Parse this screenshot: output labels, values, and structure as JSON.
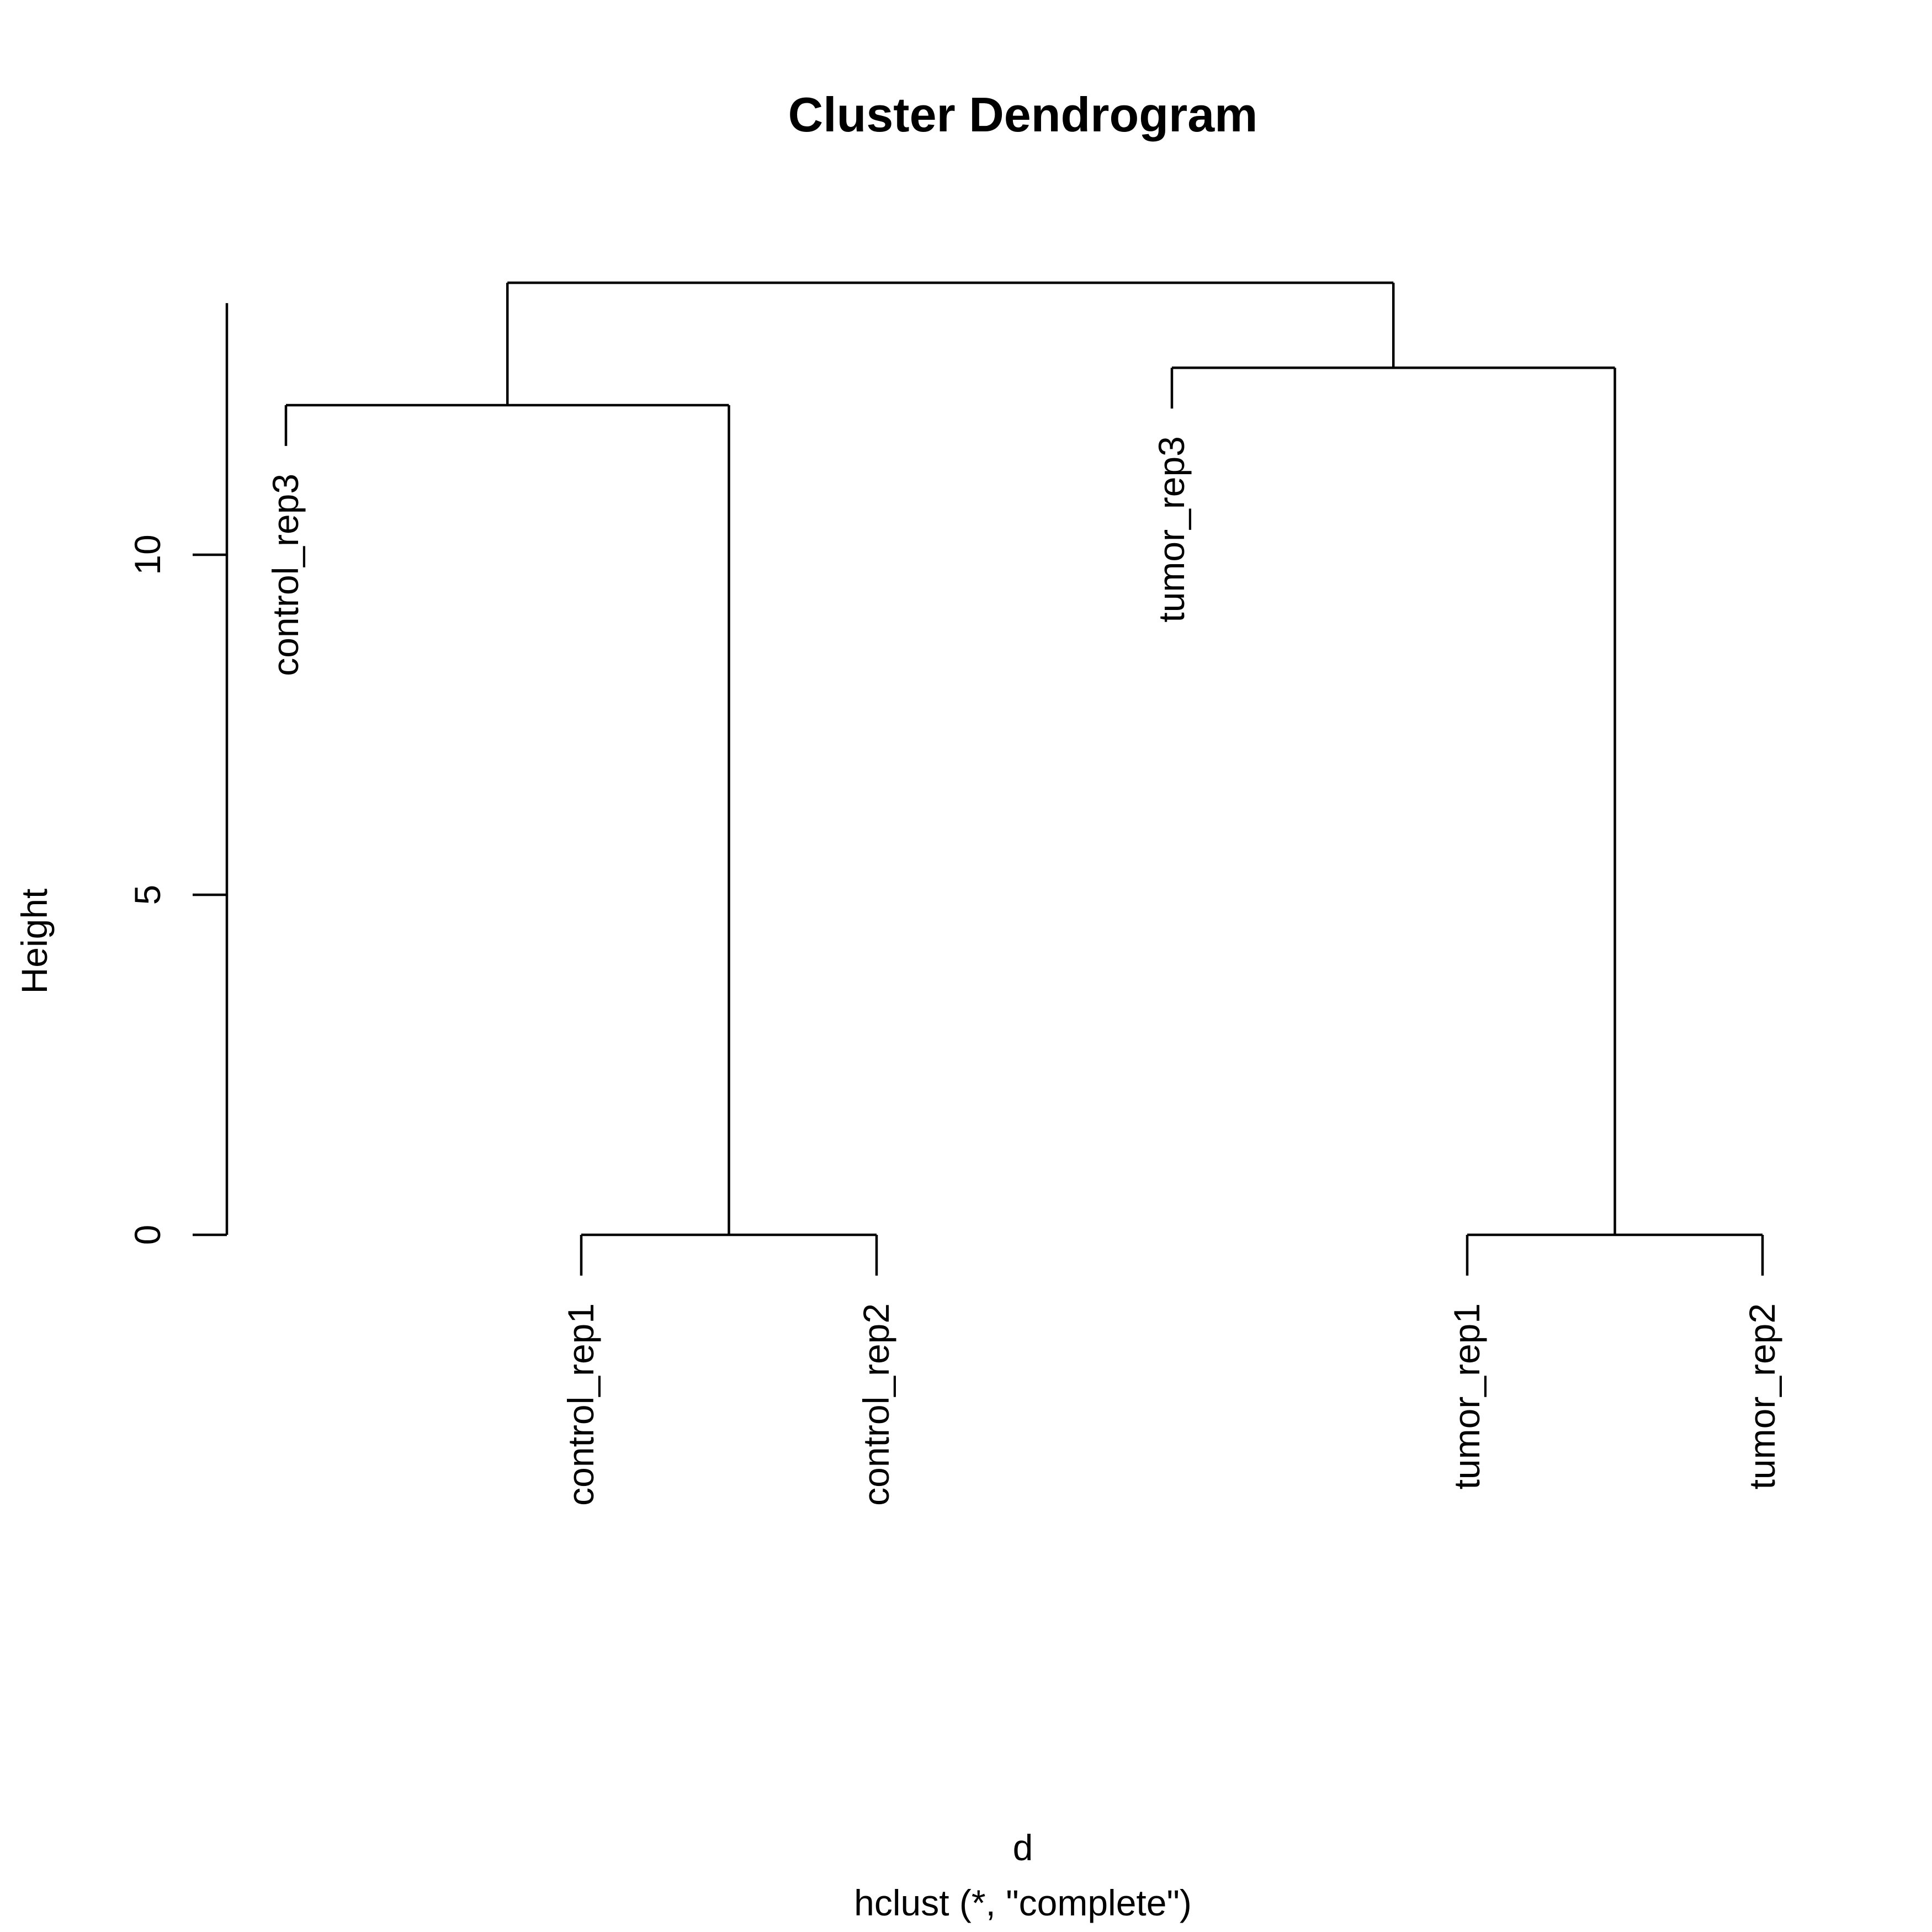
{
  "chart_data": {
    "type": "dendrogram",
    "title": "Cluster Dendrogram",
    "xlabel": "d",
    "sublabel": "hclust (*, \"complete\")",
    "ylabel": "Height",
    "ylim": [
      0,
      13.7
    ],
    "yticks": [
      0,
      5,
      10
    ],
    "grid": false,
    "leaves": [
      {
        "label": "control_rep3",
        "x": 1
      },
      {
        "label": "control_rep1",
        "x": 2
      },
      {
        "label": "control_rep2",
        "x": 3
      },
      {
        "label": "tumor_rep3",
        "x": 4
      },
      {
        "label": "tumor_rep1",
        "x": 5
      },
      {
        "label": "tumor_rep2",
        "x": 6
      }
    ],
    "merges": [
      {
        "left": "leaf:control_rep1",
        "right": "leaf:control_rep2",
        "height": 0.0
      },
      {
        "left": "leaf:tumor_rep1",
        "right": "leaf:tumor_rep2",
        "height": 0.0
      },
      {
        "left": "leaf:control_rep3",
        "right": "merge:0",
        "height": 12.2
      },
      {
        "left": "leaf:tumor_rep3",
        "right": "merge:1",
        "height": 12.75
      },
      {
        "left": "merge:2",
        "right": "merge:3",
        "height": 14.0
      }
    ],
    "line_color": "#000000"
  }
}
